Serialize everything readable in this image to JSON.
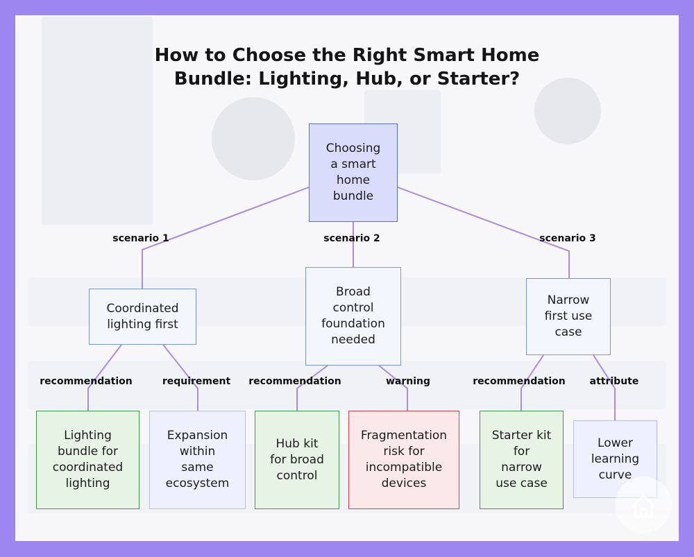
{
  "title": "How to Choose the Right Smart Home Bundle: Lighting, Hub, or Starter?",
  "colors": {
    "background": "#9c86f0",
    "root_fill": "#d9dcfb",
    "root_border": "#5b73c7",
    "neutral_fill": "#f4f6fd",
    "neutral_border": "#7d97c8",
    "green_fill": "#e7f3e5",
    "green_border": "#3a9a48",
    "red_fill": "#fae8ea",
    "red_border": "#cc4444",
    "soft_fill": "#eef1fd",
    "soft_border": "#b4c0ea",
    "edge": "#a98be0"
  },
  "nodes": {
    "root": "Choosing\na smart\nhome\nbundle",
    "s1": "Coordinated\nlighting first",
    "s2": "Broad\ncontrol\nfoundation\nneeded",
    "s3": "Narrow\nfirst use\ncase",
    "l1": "Lighting\nbundle for\ncoordinated\nlighting",
    "l2": "Expansion\nwithin\nsame\necosystem",
    "l3": "Hub kit\nfor broad\ncontrol",
    "l4": "Fragmentation\nrisk for\nincompatible\ndevices",
    "l5": "Starter kit\nfor\nnarrow\nuse case",
    "l6": "Lower\nlearning\ncurve"
  },
  "edge_labels": {
    "e1": "scenario 1",
    "e2": "scenario 2",
    "e3": "scenario 3",
    "e4": "recommendation",
    "e5": "requirement",
    "e6": "recommendation",
    "e7": "warning",
    "e8": "recommendation",
    "e9": "attribute"
  },
  "icons": {
    "brand": "house-icon"
  }
}
